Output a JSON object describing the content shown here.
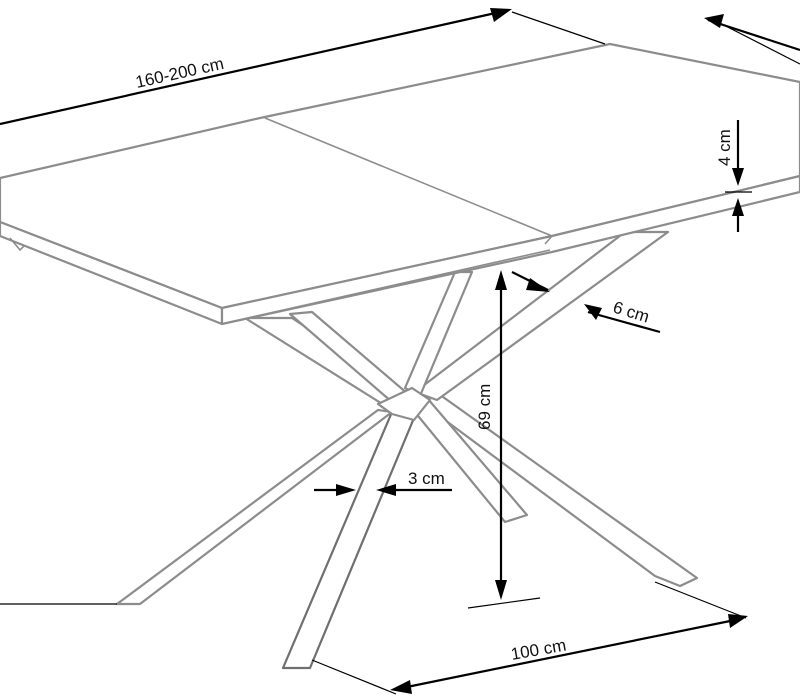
{
  "diagram": {
    "dimensions": {
      "length": "160-200 cm",
      "top_thickness": "4 cm",
      "frame_height": "6 cm",
      "table_height": "69 cm",
      "leg_width": "3 cm",
      "depth_at_base": "100 cm"
    },
    "colors": {
      "outline": "#8c8c8c",
      "dimension_lines": "#000000",
      "background": "#ffffff"
    }
  }
}
